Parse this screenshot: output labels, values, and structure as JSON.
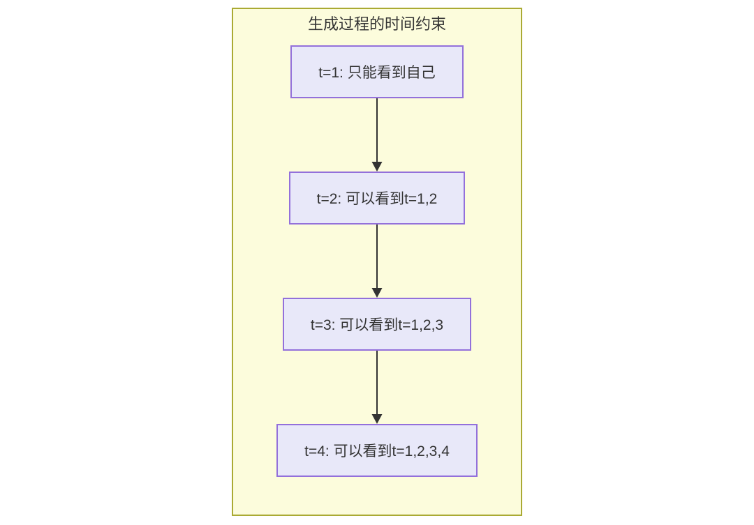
{
  "flowchart": {
    "title": "生成过程的时间约束",
    "nodes": [
      {
        "id": "t1",
        "label": "t=1: 只能看到自己"
      },
      {
        "id": "t2",
        "label": "t=2: 可以看到t=1,2"
      },
      {
        "id": "t3",
        "label": "t=3: 可以看到t=1,2,3"
      },
      {
        "id": "t4",
        "label": "t=4: 可以看到t=1,2,3,4"
      }
    ],
    "edges": [
      {
        "from": "t1",
        "to": "t2",
        "direction": "down"
      },
      {
        "from": "t2",
        "to": "t3",
        "direction": "down"
      },
      {
        "from": "t3",
        "to": "t4",
        "direction": "down"
      }
    ],
    "colors": {
      "container_fill": "#fcfcdc",
      "container_border": "#aaaa33",
      "node_fill": "#e8e8f9",
      "node_border": "#9370db",
      "arrow": "#333333",
      "text": "#333333"
    }
  }
}
